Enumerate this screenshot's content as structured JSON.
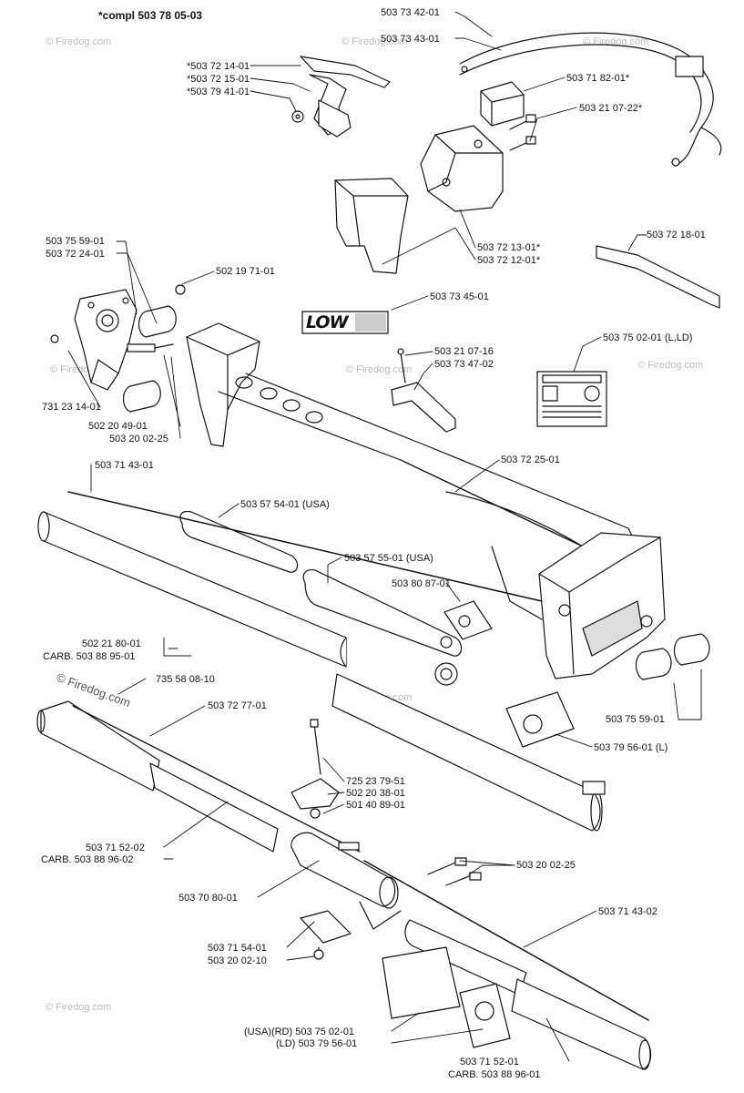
{
  "header": "*compl 503 78 05-03",
  "watermarks": [
    "© Firedog.com",
    "© Firedog.com",
    "© Firedog.com",
    "© Firedog.com",
    "© Firedog.com",
    "© Firedog.com",
    "© Firedog.com",
    "© Firedog.com",
    "© Firedog.com"
  ],
  "low_decal_text": "LOW",
  "labels": {
    "l_503734201": "503 73 42-01",
    "l_503734301": "503 73 43-01",
    "l_503721401": "*503 72 14-01",
    "l_503721501": "*503 72 15-01",
    "l_503794101": "*503 79 41-01",
    "l_503718201": "503 71 82-01*",
    "l_503210722": "503 21 07-22*",
    "l_503721301": "503 72 13-01*",
    "l_503721201": "503 72 12-01*",
    "l_503721801": "503 72 18-01",
    "l_503755901a": "503 75 59-01",
    "l_503722401": "503 72 24-01",
    "l_502197101": "502 19 71-01",
    "l_503734501": "503 73 45-01",
    "l_503210716": "503 21 07-16",
    "l_503734702": "503 73 47-02",
    "l_503750201ll": "503 75 02-01 (L,LD)",
    "l_731231401": "731 23 14-01",
    "l_502204901": "502 20 49-01",
    "l_503200225a": "503 20 02-25",
    "l_503714301": "503 71 43-01",
    "l_503722501": "503 72 25-01",
    "l_503575401": "503 57 54-01 (USA)",
    "l_503575501": "503 57 55-01 (USA)",
    "l_503808701": "503 80 87-01",
    "l_502218001": "502 21 80-01",
    "l_carb503889501": "CARB. 503 88 95-01",
    "l_735580810": "735 58 08-10",
    "l_503727701": "503 72 77-01",
    "l_503755901b": "503 75 59-01",
    "l_503795601l": "503 79 56-01 (L)",
    "l_725237951": "725 23 79-51",
    "l_502203801": "502 20 38-01",
    "l_501408901": "501 40 89-01",
    "l_503715202a": "503 71 52-02",
    "l_carb503889602": "CARB. 503 88 96-02",
    "l_503200225b": "503 20 02-25",
    "l_503708001": "503 70 80-01",
    "l_503714302": "503 71 43-02",
    "l_503715401": "503 71 54-01",
    "l_503200210": "503 20 02-10",
    "l_usa_rd": "(USA)(RD) 503 75 02-01",
    "l_ld": "(LD) 503 79 56-01",
    "l_503715201b": "503 71 52-01",
    "l_carb_bottom": "CARB. 503 88 96-01"
  },
  "colors": {
    "ink": "#111111",
    "watermark": "#bbbbbb",
    "part_fill": "#ffffff",
    "shade": "#d8d8d8"
  }
}
